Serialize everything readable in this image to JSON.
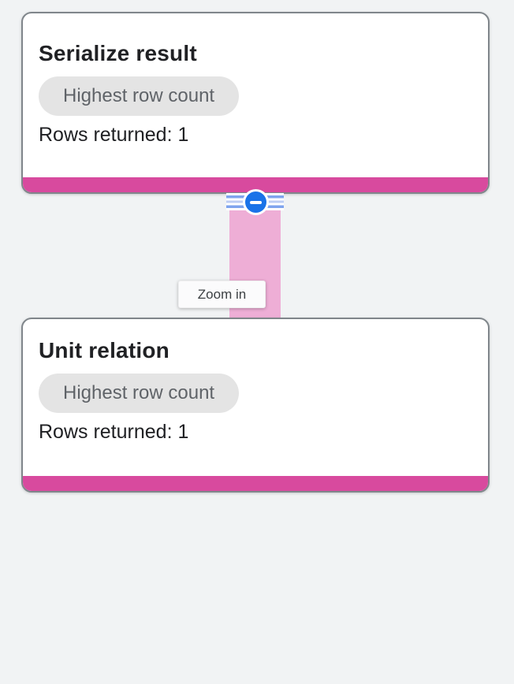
{
  "canvas": {
    "background_color": "#f1f3f4"
  },
  "graph": {
    "nodes": [
      {
        "title": "Serialize result",
        "badge": "Highest row count",
        "rows_label": "Rows returned: 1",
        "accent_color": "#d84a9e"
      },
      {
        "title": "Unit relation",
        "badge": "Highest row count",
        "rows_label": "Rows returned: 1",
        "accent_color": "#d84a9e"
      }
    ],
    "edge": {
      "color": "#eeaed6",
      "stripe_color": "#7fa4ee",
      "collapse_icon": "minus-circle-icon",
      "collapse_icon_color": "#1a73e8"
    },
    "tooltip": {
      "text": "Zoom in",
      "text_color": "#3c4043"
    }
  },
  "colors": {
    "node_border": "#80868b",
    "node_background": "#ffffff",
    "badge_background": "#e4e4e4",
    "badge_text": "#5f6368",
    "title_text": "#202124"
  }
}
